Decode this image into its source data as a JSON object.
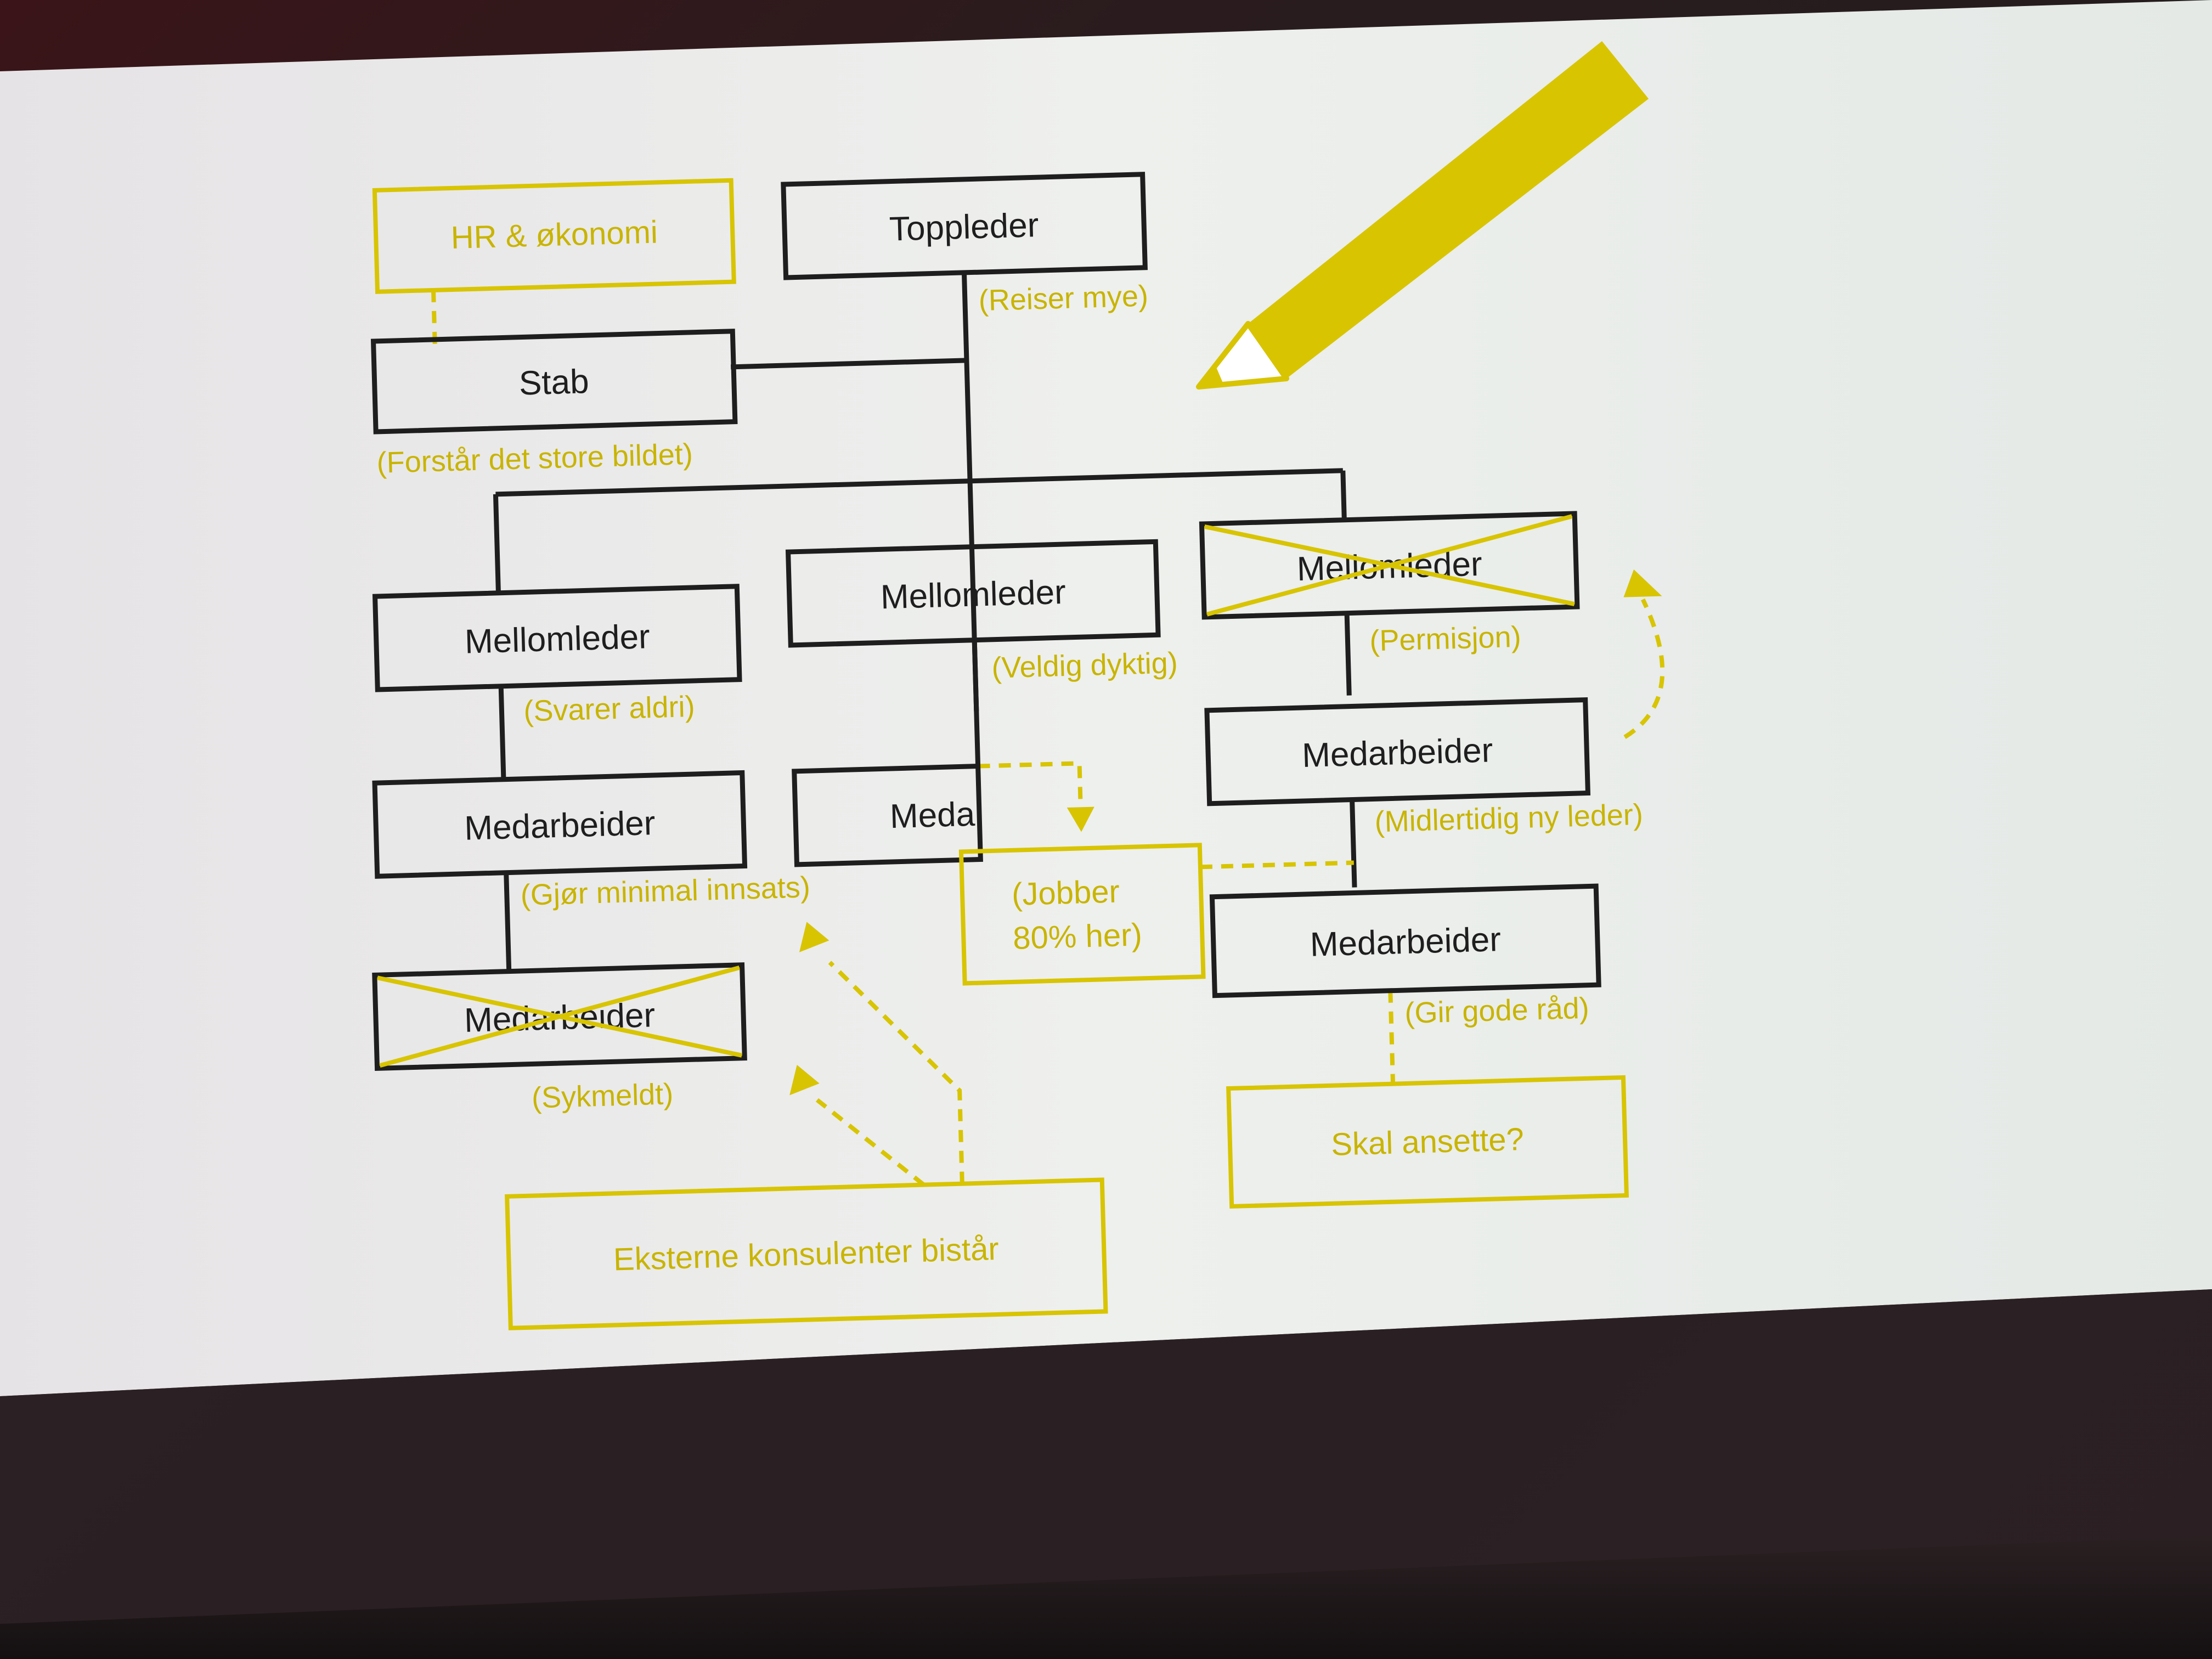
{
  "colors": {
    "screen": "#e8ecea",
    "ink": "#1e1e1e",
    "accent": "#d8c400",
    "accent_text": "#c9b400"
  },
  "boxes": {
    "hr": "HR & økonomi",
    "toppleder": "Toppleder",
    "stab": "Stab",
    "mellomleder_left": "Mellomleder",
    "mellomleder_mid": "Mellomleder",
    "mellomleder_right": "Mellomleder",
    "medarbeider_left1": "Medarbeider",
    "meda_mid": "Meda",
    "medarbeider_right1": "Medarbeider",
    "medarbeider_left2": "Medarbeider",
    "jobber_line1": "(Jobber",
    "jobber_line2": "80% her)",
    "medarbeider_right2": "Medarbeider",
    "skal_ansette": "Skal ansette?",
    "eksterne": "Eksterne konsulenter bistår"
  },
  "notes": {
    "reiser": "(Reiser mye)",
    "forstar": "(Forstår det store bildet)",
    "svarer": "(Svarer aldri)",
    "veldig": "(Veldig dyktig)",
    "permisjon": "(Permisjon)",
    "gjor": "(Gjør minimal innsats)",
    "midlertidig": "(Midlertidig ny leder)",
    "sykmeldt": "(Sykmeldt)",
    "gir": "(Gir gode råd)"
  },
  "icons": [
    "pencil-icon"
  ]
}
